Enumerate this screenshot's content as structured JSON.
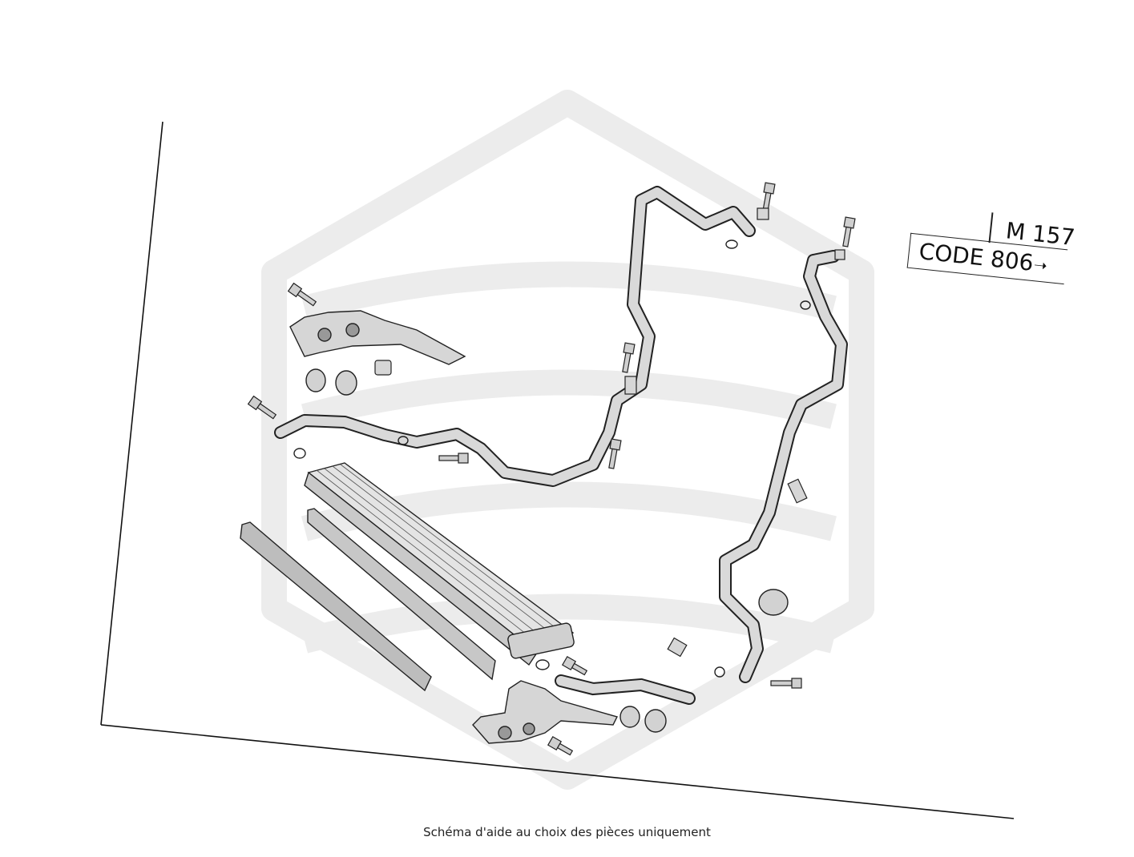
{
  "engine_label": {
    "model": "M 157",
    "code": "CODE 806",
    "arrow_icon": "right-arrow-icon"
  },
  "caption": "Schéma d'aide au choix des pièces uniquement",
  "colors": {
    "watermark": "#ececec",
    "line": "#222222",
    "part_fill": "#d9d9d9"
  }
}
